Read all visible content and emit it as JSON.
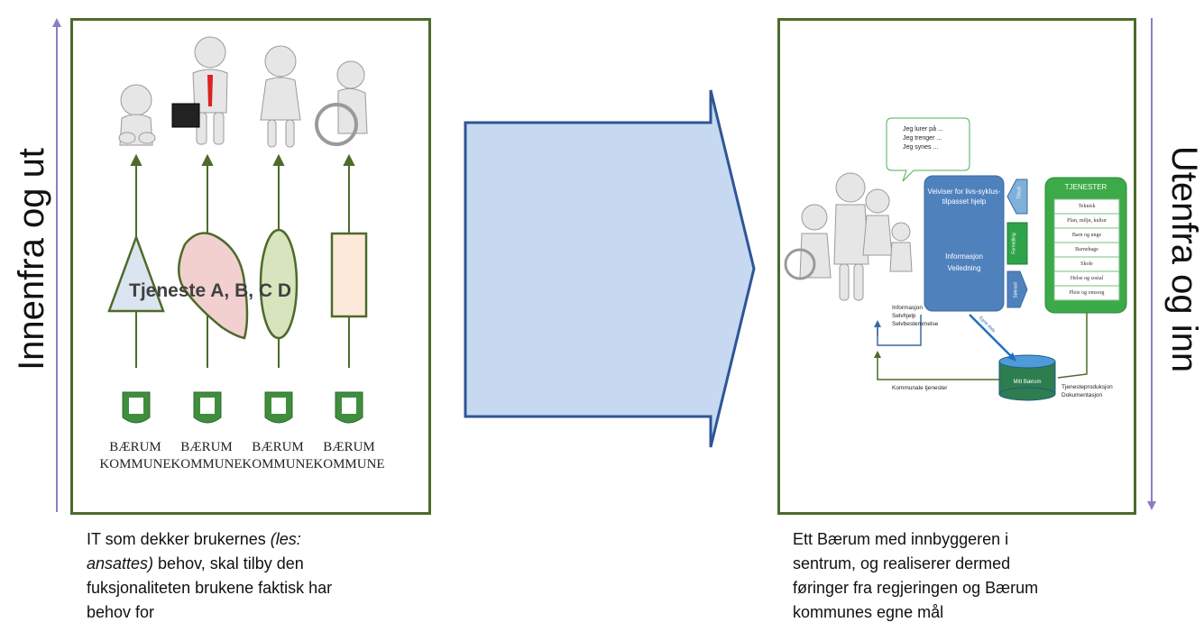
{
  "left_axis_label": "Innenfra og ut",
  "right_axis_label": "Utenfra og inn",
  "left_panel": {
    "center_label": "Tjeneste A, B, C D",
    "logo_text_line1": "BÆRUM",
    "logo_text_line2": "KOMMUNE",
    "caption_part1": "IT som dekker brukernes ",
    "caption_italic": "(les: ansattes)",
    "caption_part2": " behov, skal tilby den fuksjonaliteten brukene faktisk har behov for"
  },
  "right_panel": {
    "speech_lines": [
      "Jeg lurer på ...",
      "Jeg trenger ...",
      "Jeg synes ..."
    ],
    "veiviser_title": "Veiviser for livs-syklus-tilpasset hjelp",
    "veiviser_sub1": "Informasjon",
    "veiviser_sub2": "Veiledning",
    "tab_labels": [
      "Tilbud",
      "Formidling",
      "Søknad"
    ],
    "tjenester_title": "TJENESTER",
    "tjenester_items": [
      "Teknisk",
      "Plan, miljø, kultur",
      "Barn og unge",
      "Barnehage",
      "Skole",
      "Helse og sosial",
      "Pleie og omsorg"
    ],
    "self_service_lines": [
      "Informasjon",
      "Selvhjelp",
      "Selvbestemmelse"
    ],
    "db_label": "Mitt Bærum",
    "arrow_label": "Egne data",
    "kommunale_label": "Kommunale tjenester",
    "produksjon_lines": [
      "Tjenesteproduksjon",
      "Dokumentasjon"
    ],
    "caption": "Ett Bærum med innbyggeren i sentrum, og realiserer dermed føringer fra regjeringen og Bærum kommunes egne mål"
  },
  "colors": {
    "panel_border": "#4d6a2a",
    "axis_line": "#8e7cc3",
    "big_arrow_fill": "#c6d9f1",
    "big_arrow_stroke": "#2e5597",
    "veiviser_fill": "#4f81bd",
    "tjenester_fill": "#3caa48"
  }
}
